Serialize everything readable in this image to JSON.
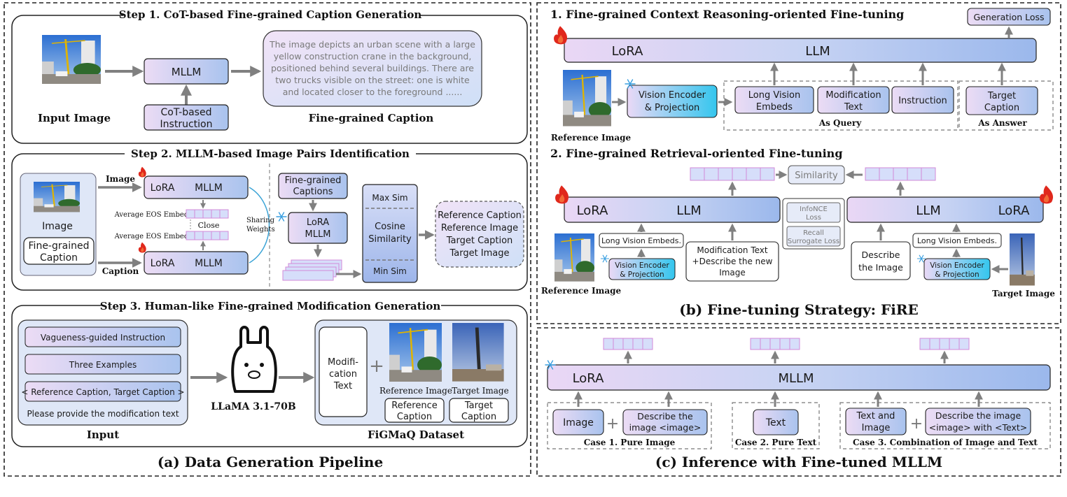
{
  "colors": {
    "box_gradient_start": "#ecdcf5",
    "box_gradient_end": "#a9c3ee",
    "encoder_gradient_end": "#38c8f0",
    "arrow": "#808080",
    "embed_cell": "#d6defa",
    "embed_border": "#d28ad8",
    "flame": "#e0281c",
    "snowflake": "#3a9fe0"
  },
  "icons": [
    "flame-icon",
    "snowflake-icon",
    "llama-icon",
    "photo-thumbnail"
  ],
  "panel_a": {
    "caption": "(a) Data Generation Pipeline",
    "step1": {
      "title": "Step 1. CoT-based Fine-grained Caption Generation",
      "input_label": "Input Image",
      "mllm": "MLLM",
      "instruction": [
        "CoT-based",
        "Instruction"
      ],
      "caption_text": [
        "The image depicts an urban scene with a large",
        "yellow construction crane in the background,",
        "positioned behind several buildings. There are",
        "two trucks visible on the street: one is white",
        "and located closer to the foreground ......"
      ],
      "caption_label": "Fine-grained Caption"
    },
    "step2": {
      "title": "Step 2. MLLM-based Image Pairs Identification",
      "image_label": "Image",
      "caption_box": [
        "Fine-grained",
        "Caption"
      ],
      "arrow_image": "Image",
      "arrow_caption": "Caption",
      "lora": "LoRA",
      "mllm": "MLLM",
      "avg_eos": "Average EOS Embed.",
      "close": "Close",
      "sharing": [
        "Sharing",
        "Weights"
      ],
      "fg_captions": [
        "Fine-grained",
        "Captions"
      ],
      "lora_mllm": [
        "LoRA",
        "MLLM"
      ],
      "max_sim": "Max Sim",
      "cosine": [
        "Cosine",
        "Similarity"
      ],
      "min_sim": "Min Sim",
      "results": [
        "Reference Caption",
        "Reference Image",
        "Target Caption",
        "Target Image"
      ]
    },
    "step3": {
      "title": "Step 3. Human-like Fine-grained Modification Generation",
      "inputs": [
        "Vagueness-guided Instruction",
        "Three Examples",
        "< Reference Caption, Target Caption >"
      ],
      "prompt": "Please provide the modification text",
      "input_label": "Input",
      "model": "LLaMA 3.1-70B",
      "mod_text": [
        "Modifi-",
        "cation",
        "Text"
      ],
      "plus": "+",
      "ref_image": "Reference Image",
      "tgt_image": "Target Image",
      "ref_caption": [
        "Reference",
        "Caption"
      ],
      "tgt_caption": [
        "Target",
        "Caption"
      ],
      "dataset": "FiGMaQ Dataset"
    }
  },
  "panel_b": {
    "caption": "(b) Fine-tuning Strategy: FiRE",
    "s1": {
      "title": "1. Fine-grained Context Reasoning-oriented Fine-tuning",
      "gen_loss": "Generation Loss",
      "lora": "LoRA",
      "llm": "LLM",
      "encoder": [
        "Vision Encoder",
        "& Projection"
      ],
      "long_vision": [
        "Long Vision",
        "Embeds"
      ],
      "mod_text": [
        "Modification",
        "Text"
      ],
      "instruction": "Instruction",
      "target_caption": [
        "Target",
        "Caption"
      ],
      "as_query": "As Query",
      "as_answer": "As Answer",
      "ref_image": "Reference Image"
    },
    "s2": {
      "title": "2.  Fine-grained Retrieval-oriented Fine-tuning",
      "similarity": "Similarity",
      "lora": "LoRA",
      "llm": "LLM",
      "infonce": [
        "InfoNCE",
        "Loss"
      ],
      "recall": [
        "Recall",
        "Surrogate Loss"
      ],
      "long_vision": "Long Vision Embeds.",
      "encoder": [
        "Vision Encoder",
        "& Projection"
      ],
      "mod_describe": [
        "Modification Text",
        "+Describe the new",
        "Image"
      ],
      "describe": [
        "Describe",
        "the Image"
      ],
      "ref_image": "Reference Image",
      "tgt_image": "Target Image"
    }
  },
  "panel_c": {
    "caption": "(c) Inference with Fine-tuned MLLM",
    "lora": "LoRA",
    "mllm": "MLLM",
    "image": "Image",
    "plus": "+",
    "describe1": [
      "Describe the",
      "image <image>"
    ],
    "case1": "Case 1. Pure Image",
    "text": "Text",
    "case2": "Case 2. Pure Text",
    "text_image": [
      "Text and",
      "Image"
    ],
    "describe3": [
      "Describe the image",
      "<image> with <Text>"
    ],
    "case3": "Case 3. Combination of Image and Text"
  }
}
